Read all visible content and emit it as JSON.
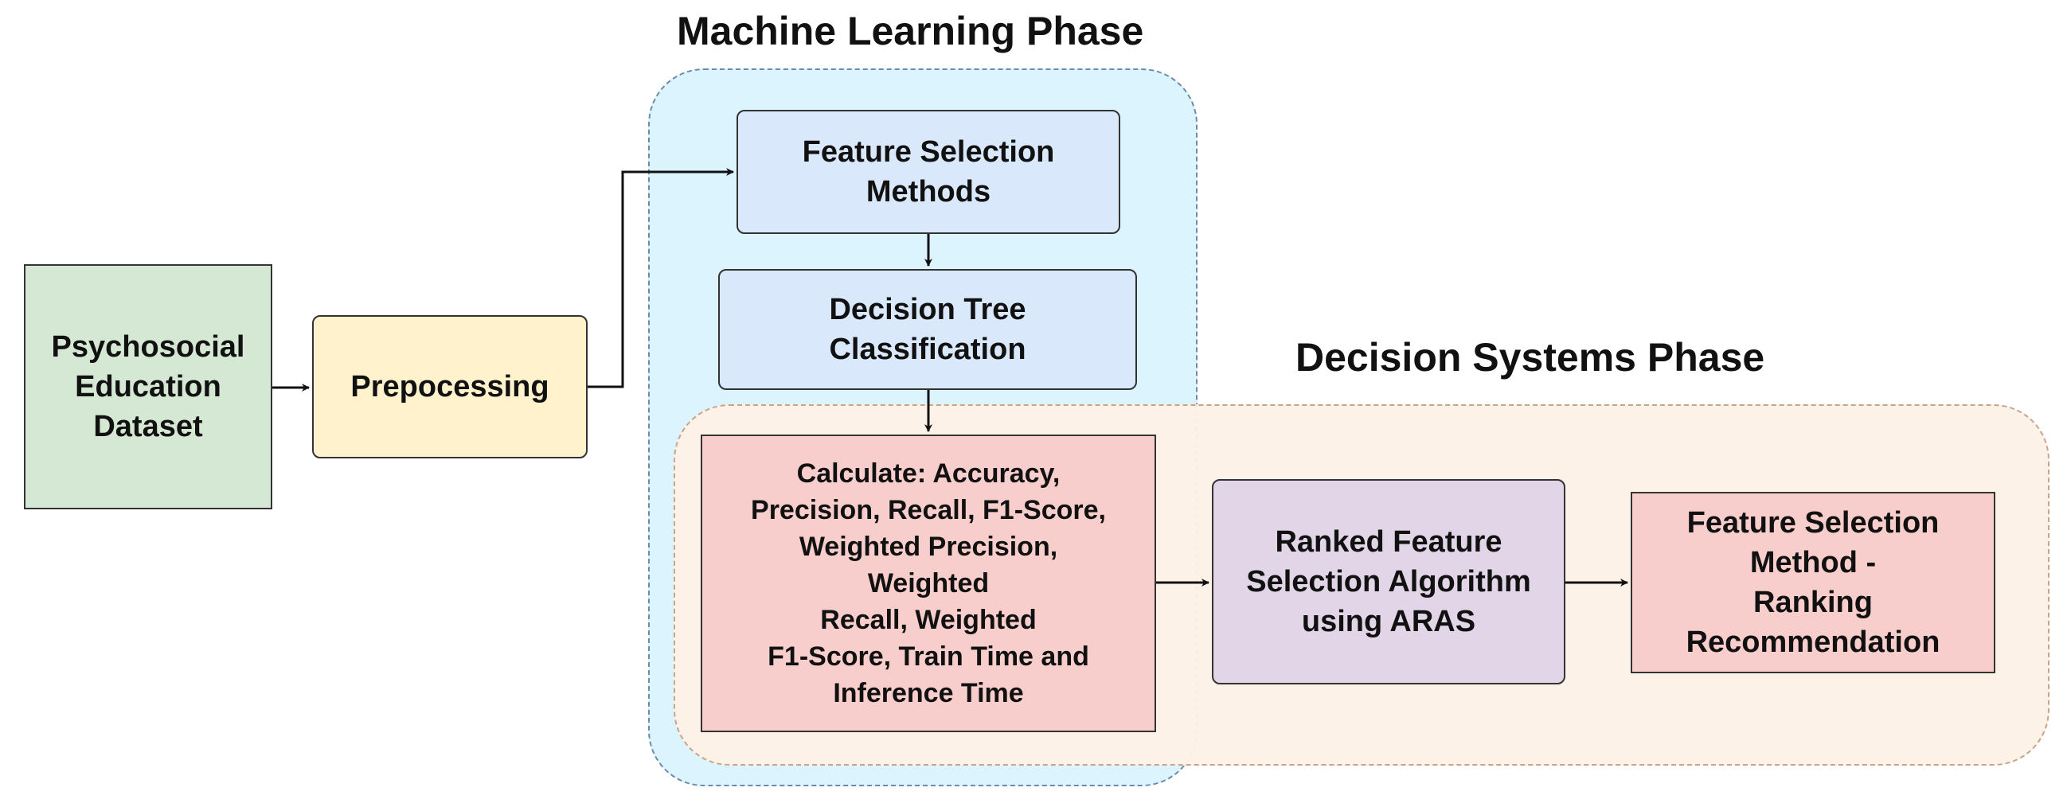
{
  "phases": {
    "machine_learning": "Machine Learning Phase",
    "decision_systems": "Decision Systems Phase"
  },
  "nodes": {
    "dataset": "Psychosocial\nEducation\nDataset",
    "preprocessing": "Prepocessing",
    "feature_selection": "Feature Selection\nMethods",
    "decision_tree": "Decision Tree\nClassification",
    "calculate": "Calculate: Accuracy,\nPrecision, Recall, F1-Score,\nWeighted Precision,\nWeighted\nRecall, Weighted\nF1-Score, Train Time and\nInference Time",
    "ranked_algorithm": "Ranked Feature\nSelection Algorithm\nusing ARAS",
    "recommendation": "Feature Selection\nMethod -\nRanking\nRecommendation"
  },
  "colors": {
    "ml_region": "#dcf4fe",
    "ds_region": "#fdf1e6",
    "dataset": "#d5e8d4",
    "preprocessing": "#fff2cc",
    "blue_node": "#dae8fc",
    "red_node": "#f8cecc",
    "purple_node": "#e1d5e7",
    "edge": "#111111"
  }
}
